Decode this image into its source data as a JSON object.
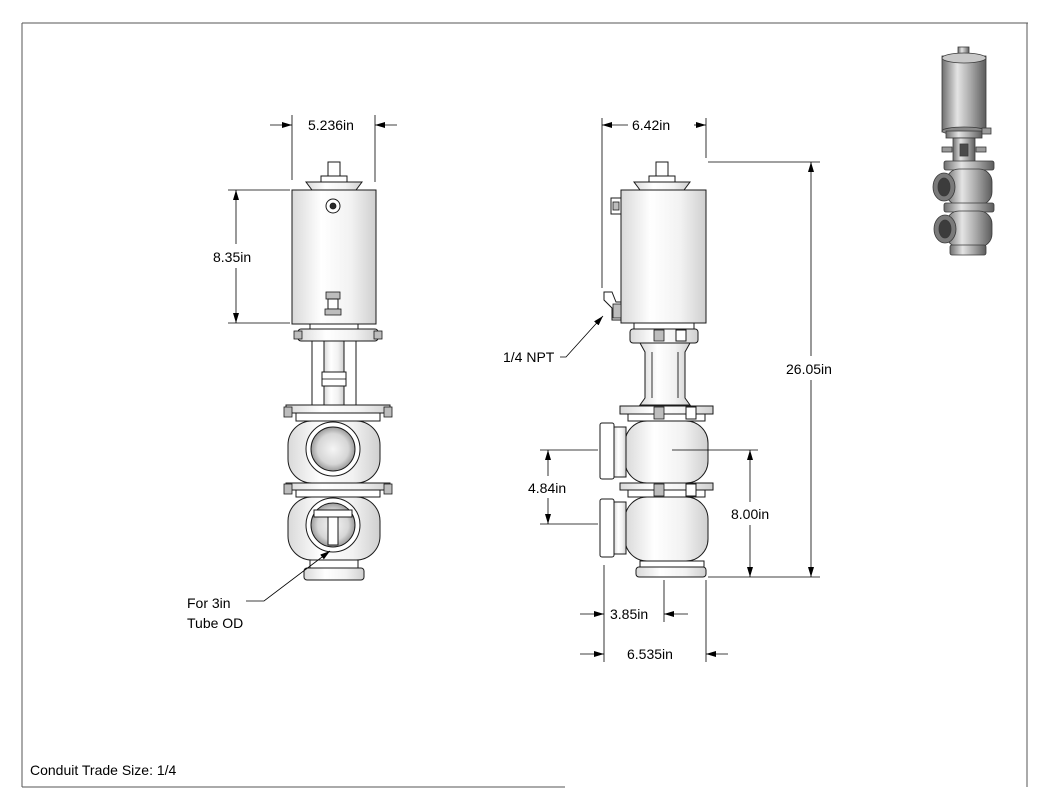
{
  "dimensions": {
    "front_width": "5.236in",
    "actuator_height": "8.35in",
    "side_width": "6.42in",
    "overall_height": "26.05in",
    "port_spacing": "4.84in",
    "port_to_bottom": "8.00in",
    "port_offset": "3.85in",
    "overall_depth": "6.535in"
  },
  "callouts": {
    "npt_fitting": "1/4 NPT",
    "tube_od_line1": "For 3in",
    "tube_od_line2": "Tube OD"
  },
  "footer": {
    "conduit_trade_size": "Conduit Trade Size: 1/4"
  },
  "colors": {
    "line": "#1a1a1a",
    "background": "#ffffff"
  }
}
